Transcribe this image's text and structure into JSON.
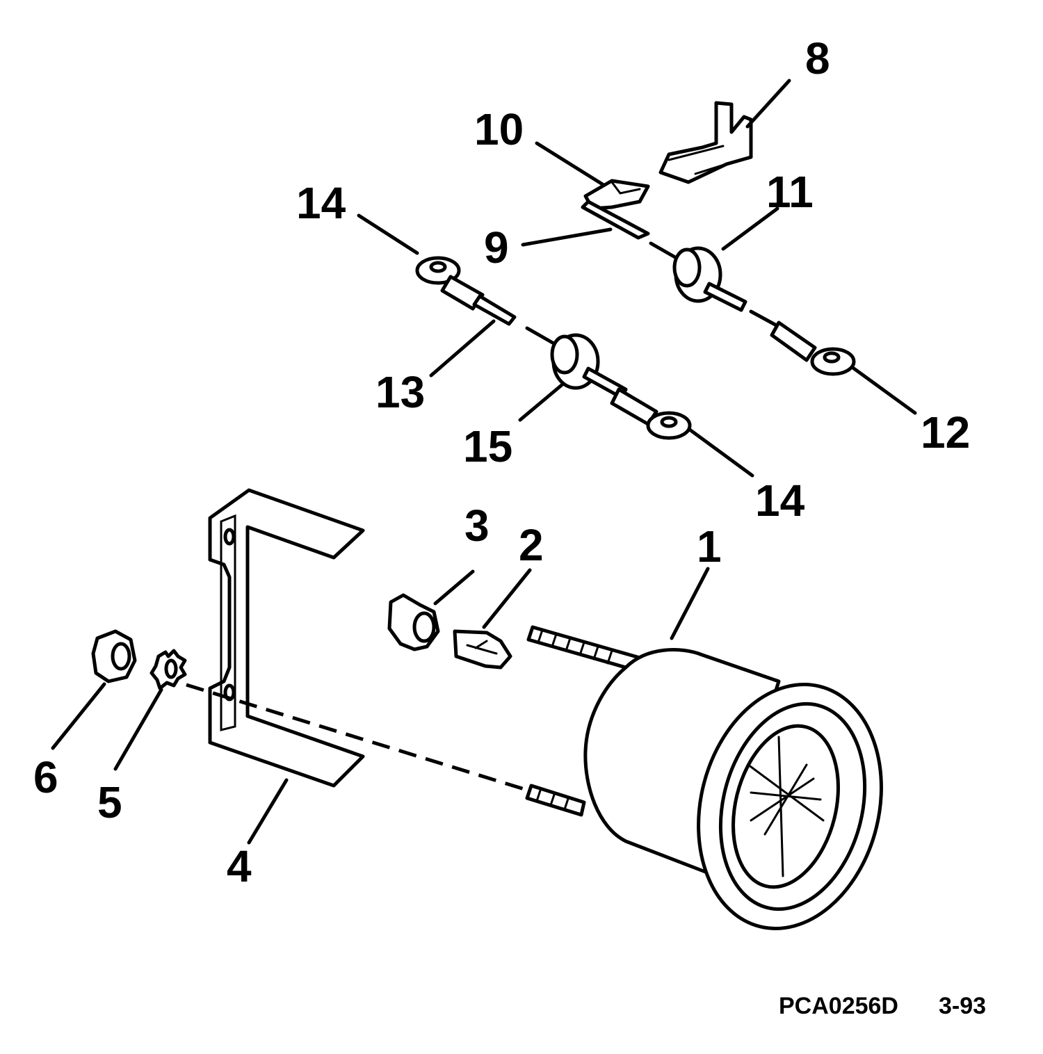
{
  "callouts": {
    "c1": "1",
    "c2": "2",
    "c3": "3",
    "c4": "4",
    "c5": "5",
    "c6": "6",
    "c8": "8",
    "c9": "9",
    "c10": "10",
    "c11": "11",
    "c12": "12",
    "c13": "13",
    "c14a": "14",
    "c14b": "14",
    "c15": "15"
  },
  "footer": {
    "part_code": "PCA0256D",
    "date": "3-93"
  },
  "colors": {
    "ink": "#000000",
    "paper": "#ffffff"
  }
}
